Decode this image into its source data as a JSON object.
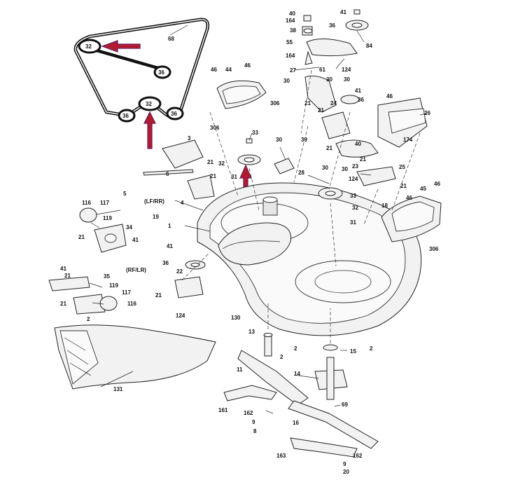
{
  "colors": {
    "arrow": "#b21b2e",
    "arrow_outline": "#6a1a5c",
    "ink": "#111111"
  },
  "inset_labels": {
    "lf_rr": "(LF/RR)",
    "rf_lr": "(RF/LR)"
  },
  "belt_diagram": {
    "belt_label": "68",
    "pulley_large": "32",
    "pulley_small": "36"
  },
  "part_numbers": {
    "p1": "1",
    "p2": "2",
    "p3": "3",
    "p4": "4",
    "p5": "5",
    "p6": "6",
    "p8": "8",
    "p9": "9",
    "p11": "11",
    "p13": "13",
    "p14": "14",
    "p15": "15",
    "p16": "16",
    "p18": "18",
    "p19": "19",
    "p20": "20",
    "p21": "21",
    "p22": "22",
    "p23": "23",
    "p24": "24",
    "p25": "25",
    "p26": "26",
    "p27": "27",
    "p28": "28",
    "p30": "30",
    "p31": "31",
    "p32": "32",
    "p33": "33",
    "p34": "34",
    "p35": "35",
    "p36": "36",
    "p38": "38",
    "p39": "39",
    "p40": "40",
    "p41": "41",
    "p44": "44",
    "p45": "45",
    "p46": "46",
    "p55": "55",
    "p61": "61",
    "p69": "69",
    "p84": "84",
    "p116": "116",
    "p117": "117",
    "p119": "119",
    "p124": "124",
    "p130": "130",
    "p131": "131",
    "p161": "161",
    "p162": "162",
    "p163": "163",
    "p164": "164",
    "p174": "174",
    "p306": "306"
  }
}
